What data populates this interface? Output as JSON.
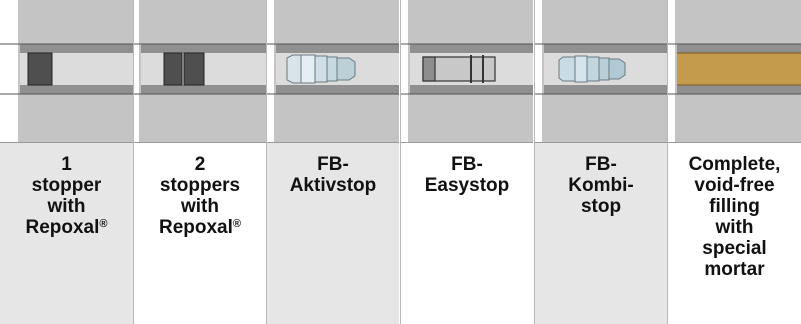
{
  "colors": {
    "concrete": "#c4c4c4",
    "tube_wall": "#909090",
    "tube_bore": "#dcdcdc",
    "stopper_dark": "#4f4f4f",
    "stopper_light": "#c9dbe4",
    "mortar_fill": "#c49a4c",
    "highlight_bg": "#e6e6e6",
    "plain_bg": "#ffffff"
  },
  "columns": [
    {
      "id": "one-stopper",
      "label_lines": [
        "1",
        "stopper",
        "with",
        "Repoxal"
      ],
      "sup": "®",
      "background": "highlight",
      "illustration": "one-stopper-repoxal"
    },
    {
      "id": "two-stoppers",
      "label_lines": [
        "2",
        "stoppers",
        "with",
        "Repoxal"
      ],
      "sup": "®",
      "background": "plain",
      "illustration": "two-stoppers-repoxal"
    },
    {
      "id": "aktivstop",
      "label_lines": [
        "FB-",
        "Aktivstop"
      ],
      "sup": "",
      "background": "highlight",
      "illustration": "fb-aktivstop-plug"
    },
    {
      "id": "easystop",
      "label_lines": [
        "FB-",
        "Easystop"
      ],
      "sup": "",
      "background": "plain",
      "illustration": "fb-easystop-plug"
    },
    {
      "id": "kombistop",
      "label_lines": [
        "FB-",
        "Kombi-",
        "stop"
      ],
      "sup": "",
      "background": "highlight",
      "illustration": "fb-kombistop-plug"
    },
    {
      "id": "mortar",
      "label_lines": [
        "Complete,",
        "void-free",
        "filling",
        "with",
        "special",
        "mortar"
      ],
      "sup": "",
      "background": "plain",
      "illustration": "mortar-filled-tube"
    }
  ]
}
